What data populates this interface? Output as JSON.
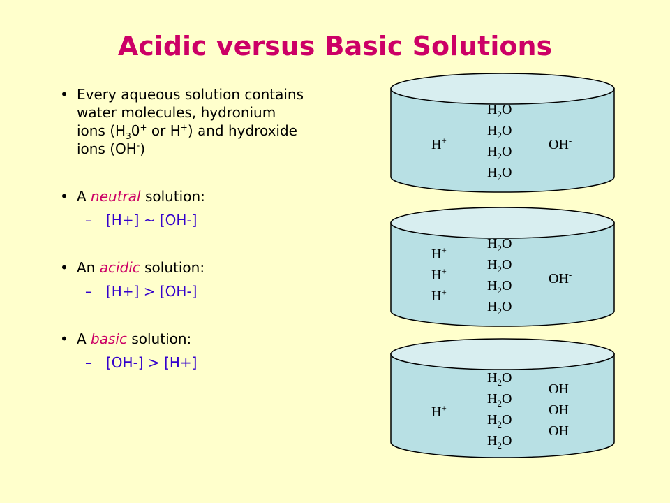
{
  "title": "Acidic versus Basic Solutions",
  "intro": {
    "line1": "Every aqueous solution contains",
    "line2": "water molecules, hydronium",
    "line3_a": "ions (H",
    "line3_sub": "3",
    "line3_b": "0",
    "line3_sup1": "+",
    "line3_c": " or H",
    "line3_sup2": "+",
    "line3_d": ") and hydroxide",
    "line4_a": "ions (OH",
    "line4_sup": "-",
    "line4_b": ")"
  },
  "neutral": {
    "pre": "A ",
    "em": "neutral",
    "post": " solution:",
    "rel": "[H+] ~ [OH-]"
  },
  "acidic": {
    "pre": "An ",
    "em": "acidic",
    "post": " solution:",
    "rel": "[H+] > [OH-]"
  },
  "basic": {
    "pre": "A ",
    "em": "basic",
    "post": " solution:",
    "rel": "[OH-] > [H+]"
  },
  "symbols": {
    "bullet": "•",
    "dash": "–",
    "h": "H",
    "plus": "+",
    "two": "2",
    "o": "O",
    "oh": "OH",
    "minus": "-"
  },
  "colors": {
    "background": "#ffffcc",
    "title": "#cc0066",
    "sub_text": "#3300cc",
    "cylinder_body": "#b8e0e4",
    "cylinder_top": "#d8eef0"
  }
}
